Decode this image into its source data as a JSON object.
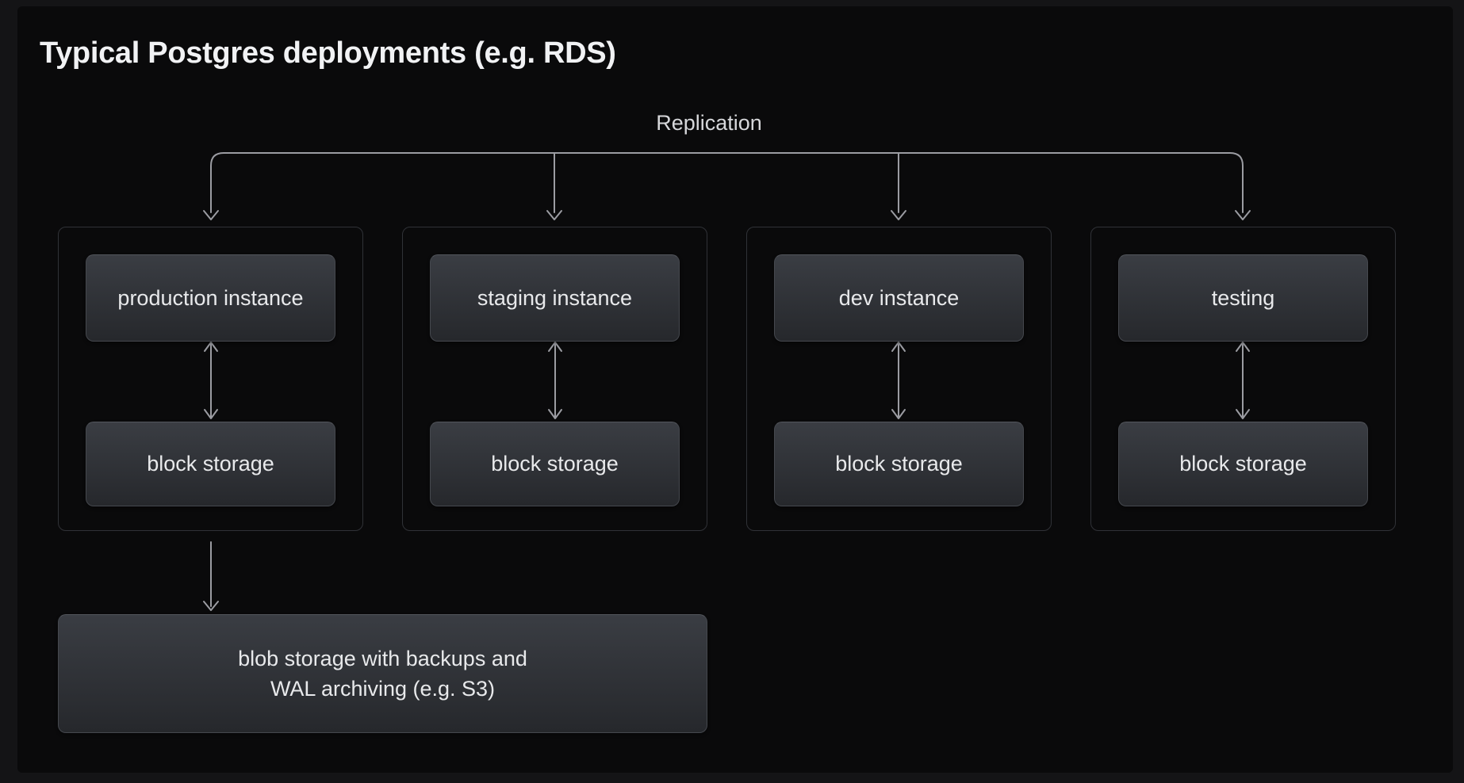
{
  "title": "Typical Postgres deployments (e.g. RDS)",
  "replication_label": "Replication",
  "columns": [
    {
      "name": "production",
      "instance_label": "production instance",
      "storage_label": "block storage"
    },
    {
      "name": "staging",
      "instance_label": "staging instance",
      "storage_label": "block storage"
    },
    {
      "name": "dev",
      "instance_label": "dev instance",
      "storage_label": "block storage"
    },
    {
      "name": "testing",
      "instance_label": "testing",
      "storage_label": "block storage"
    }
  ],
  "blob": {
    "line1": "blob storage with backups and",
    "line2": "WAL archiving (e.g. S3)"
  },
  "edges": [
    {
      "type": "replication-fanout",
      "from": "replication",
      "to": [
        "production",
        "staging",
        "dev",
        "testing"
      ],
      "arrow": "down"
    },
    {
      "type": "sync",
      "from": "production instance",
      "to": "block storage",
      "arrow": "bidirectional"
    },
    {
      "type": "sync",
      "from": "staging instance",
      "to": "block storage",
      "arrow": "bidirectional"
    },
    {
      "type": "sync",
      "from": "dev instance",
      "to": "block storage",
      "arrow": "bidirectional"
    },
    {
      "type": "sync",
      "from": "testing",
      "to": "block storage",
      "arrow": "bidirectional"
    },
    {
      "type": "backup",
      "from": "production group",
      "to": "blob storage",
      "arrow": "down"
    }
  ],
  "colors": {
    "page_bg": "#141416",
    "canvas_bg": "#0a0a0b",
    "container_border": "#303237",
    "node_bg_top": "#3a3d43",
    "node_bg_bottom": "#26282c",
    "node_border": "#45484e",
    "node_text": "#e8e9eb",
    "title_text": "#f1f2f4",
    "label_text": "#d6d7da",
    "arrow": "#9b9ca2"
  }
}
